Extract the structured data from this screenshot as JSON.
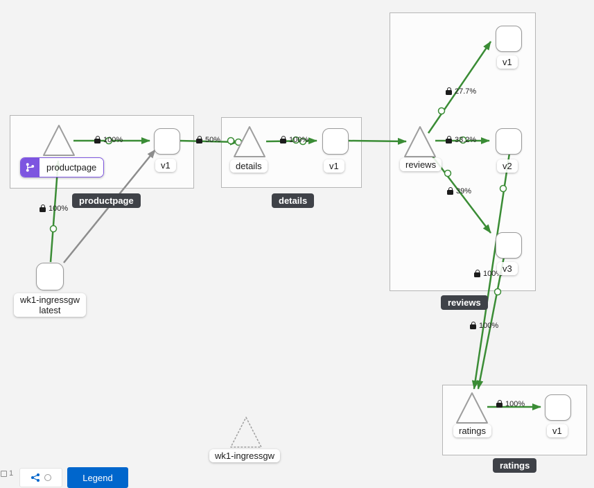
{
  "graph": {
    "groups": {
      "productpage": "productpage",
      "details": "details",
      "reviews": "reviews",
      "ratings": "ratings"
    },
    "nodes": {
      "productpage_service": "productpage",
      "productpage_v1": "v1",
      "details_service": "details",
      "details_v1": "v1",
      "reviews_service": "reviews",
      "reviews_v1": "v1",
      "reviews_v2": "v2",
      "reviews_v3": "v3",
      "ratings_service": "ratings",
      "ratings_v1": "v1",
      "ingress_workload_line1": "wk1-ingressgw",
      "ingress_workload_line2": "latest",
      "idle_service": "wk1-ingressgw"
    },
    "edge_labels": {
      "ingress_to_productpage": "100%",
      "productpage_to_v1": "100%",
      "productpage_v1_to_details": "50%",
      "details_to_v1": "100%",
      "reviews_to_v1": "27.7%",
      "reviews_to_v2": "33.2%",
      "reviews_to_v3": "39%",
      "reviews_v2_to_ratings": "100%",
      "reviews_v3_to_ratings": "100%",
      "ratings_to_v1": "100%"
    }
  },
  "toolbar": {
    "zoom_indicator": "1",
    "legend_label": "Legend"
  },
  "colors": {
    "edge_green": "#3a8c35",
    "edge_grey": "#8d8d8d",
    "virtual_service_purple": "#7d55e0",
    "legend_button_blue": "#0066cc",
    "tooltip_dark": "#3f4248"
  }
}
